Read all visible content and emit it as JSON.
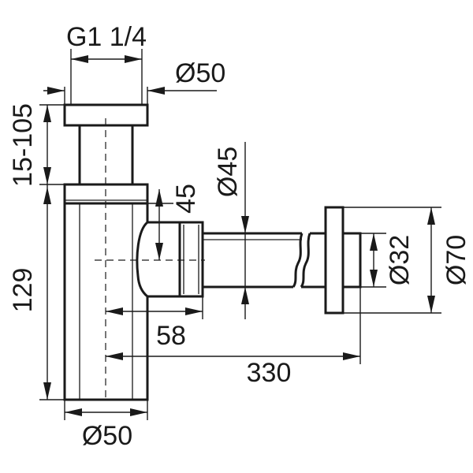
{
  "dimensions": {
    "thread": "G1 1/4",
    "top_diameter": "Ø50",
    "height_adjust": "15-105",
    "body_height": "129",
    "bottom_diameter": "Ø50",
    "outlet_offset": "45",
    "pipe_diameter": "Ø45",
    "outlet_length": "58",
    "total_length": "330",
    "flange_inner": "Ø32",
    "flange_outer": "Ø70"
  }
}
